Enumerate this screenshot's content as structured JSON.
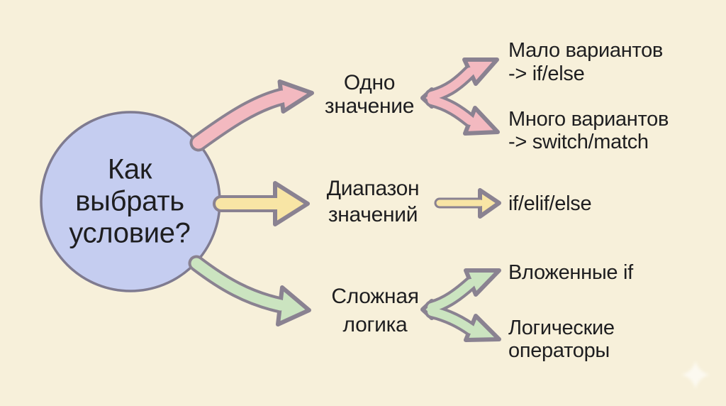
{
  "root": {
    "label": "Как\nвыбрать\nусловие?"
  },
  "branches": [
    {
      "name": "single-value",
      "label": "Одно\nзначение",
      "arrow_color": "#f3b9c0",
      "children": [
        {
          "name": "few-options",
          "label": "Мало вариантов\n-> if/else"
        },
        {
          "name": "many-options",
          "label": "Много вариантов\n-> switch/match"
        }
      ]
    },
    {
      "name": "value-range",
      "label": "Диапазон\nзначений",
      "arrow_color": "#f8e5a5",
      "children": [
        {
          "name": "if-elif-else",
          "label": "if/elif/else"
        }
      ]
    },
    {
      "name": "complex-logic",
      "label": "Сложная\nлогика",
      "arrow_color": "#cbe4c0",
      "children": [
        {
          "name": "nested-if",
          "label": "Вложенные if"
        },
        {
          "name": "logical-operators",
          "label": "Логические\nоператоры"
        }
      ]
    }
  ],
  "colors": {
    "background": "#f7f0da",
    "node_fill": "#c5cdf0",
    "outline": "#8a8291",
    "text": "#1e1e20",
    "branch_pink": "#f3b9c0",
    "branch_yellow": "#f8e5a5",
    "branch_green": "#cbe4c0",
    "watermark": "#ffffff"
  }
}
